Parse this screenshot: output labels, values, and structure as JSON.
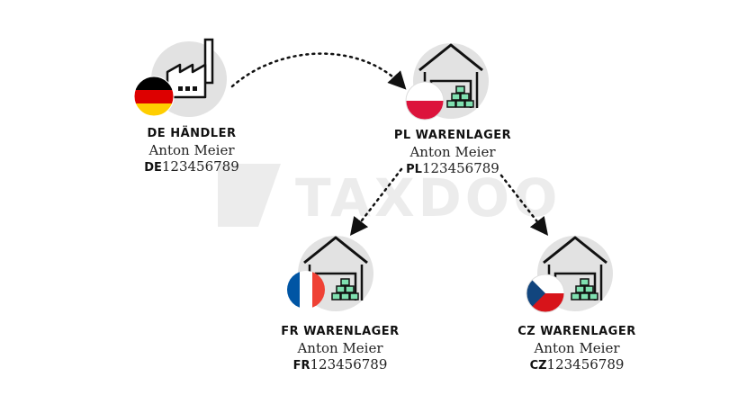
{
  "brand": {
    "watermark_text": "TAXDOO"
  },
  "colors": {
    "arrow": "#111111",
    "icon_bg": "#e2e2e2",
    "icon_stroke": "#111111",
    "boxes": "#7fe0b0",
    "flag_de": [
      "#000000",
      "#dd0000",
      "#ffce00"
    ],
    "flag_pl": [
      "#ffffff",
      "#dc143c"
    ],
    "flag_fr": [
      "#0055a4",
      "#ffffff",
      "#ef4135"
    ],
    "flag_cz": [
      "#ffffff",
      "#d7141a",
      "#11457e"
    ]
  },
  "nodes": {
    "de": {
      "title": "DE HÄNDLER",
      "name": "Anton Meier",
      "country_code": "DE",
      "vat_number": "123456789",
      "icon": "factory-icon",
      "flag": "germany-flag"
    },
    "pl": {
      "title": "PL WARENLAGER",
      "name": "Anton Meier",
      "country_code": "PL",
      "vat_number": "123456789",
      "icon": "warehouse-icon",
      "flag": "poland-flag"
    },
    "fr": {
      "title": "FR WARENLAGER",
      "name": "Anton Meier",
      "country_code": "FR",
      "vat_number": "123456789",
      "icon": "warehouse-icon",
      "flag": "france-flag"
    },
    "cz": {
      "title": "CZ WARENLAGER",
      "name": "Anton Meier",
      "country_code": "CZ",
      "vat_number": "123456789",
      "icon": "warehouse-icon",
      "flag": "czech-flag"
    }
  },
  "edges": [
    {
      "from": "de",
      "to": "pl"
    },
    {
      "from": "pl",
      "to": "fr"
    },
    {
      "from": "pl",
      "to": "cz"
    }
  ]
}
